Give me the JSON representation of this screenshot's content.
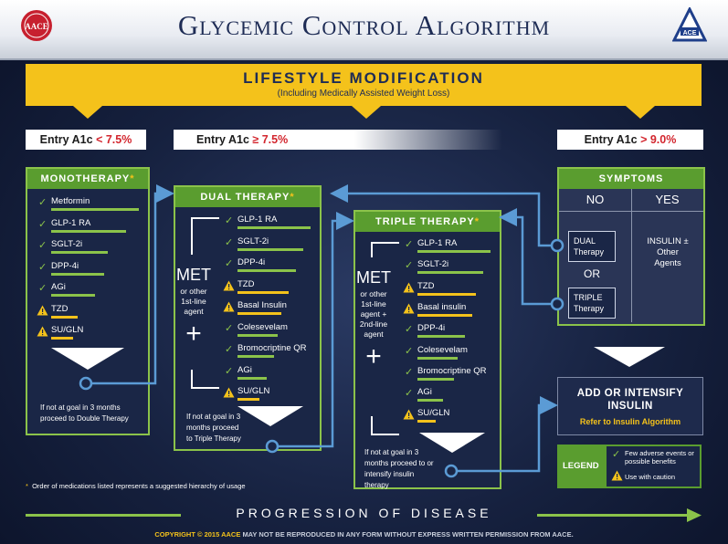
{
  "header": {
    "title": "Glycemic Control Algorithm",
    "logo_left": "AACE",
    "logo_right": "ACE"
  },
  "lifestyle": {
    "title": "LIFESTYLE MODIFICATION",
    "subtitle": "(Including Medically Assisted Weight Loss)"
  },
  "entries": {
    "low": {
      "label": "Entry A1c",
      "op": "< 7.5%"
    },
    "mid": {
      "label": "Entry A1c",
      "op": "≥ 7.5%"
    },
    "high": {
      "label": "Entry A1c",
      "op": "> 9.0%"
    }
  },
  "monotherapy": {
    "title": "MONOTHERAPY",
    "star": "*",
    "meds": [
      {
        "name": "Metformin",
        "mark": "check",
        "level": 1.0
      },
      {
        "name": "GLP-1 RA",
        "mark": "check",
        "level": 0.85
      },
      {
        "name": "SGLT-2i",
        "mark": "check",
        "level": 0.65
      },
      {
        "name": "DPP-4i",
        "mark": "check",
        "level": 0.6
      },
      {
        "name": "AGi",
        "mark": "check",
        "level": 0.5
      },
      {
        "name": "TZD",
        "mark": "warn",
        "level": 0.3
      },
      {
        "name": "SU/GLN",
        "mark": "warn",
        "level": 0.25
      }
    ],
    "note": "If not at goal in 3 months proceed to Double Therapy"
  },
  "dual": {
    "title": "DUAL THERAPY",
    "star": "*",
    "met": "MET",
    "met_sub": "or other 1st-line agent",
    "plus": "+",
    "meds": [
      {
        "name": "GLP-1 RA",
        "mark": "check",
        "level": 1.0
      },
      {
        "name": "SGLT-2i",
        "mark": "check",
        "level": 0.9
      },
      {
        "name": "DPP-4i",
        "mark": "check",
        "level": 0.8
      },
      {
        "name": "TZD",
        "mark": "warn",
        "level": 0.7
      },
      {
        "name": "Basal Insulin",
        "mark": "warn",
        "level": 0.6
      },
      {
        "name": "Colesevelam",
        "mark": "check",
        "level": 0.55
      },
      {
        "name": "Bromocriptine QR",
        "mark": "check",
        "level": 0.5
      },
      {
        "name": "AGi",
        "mark": "check",
        "level": 0.4
      },
      {
        "name": "SU/GLN",
        "mark": "warn",
        "level": 0.3
      }
    ],
    "note": "If not at goal in 3 months proceed to Triple Therapy"
  },
  "triple": {
    "title": "TRIPLE THERAPY",
    "star": "*",
    "met": "MET",
    "met_sub": "or other 1st-line agent + 2nd-line agent",
    "plus": "+",
    "meds": [
      {
        "name": "GLP-1 RA",
        "mark": "check",
        "level": 1.0
      },
      {
        "name": "SGLT-2i",
        "mark": "check",
        "level": 0.9
      },
      {
        "name": "TZD",
        "mark": "warn",
        "level": 0.8
      },
      {
        "name": "Basal insulin",
        "mark": "warn",
        "level": 0.75
      },
      {
        "name": "DPP-4i",
        "mark": "check",
        "level": 0.65
      },
      {
        "name": "Colesevelam",
        "mark": "check",
        "level": 0.55
      },
      {
        "name": "Bromocriptine QR",
        "mark": "check",
        "level": 0.5
      },
      {
        "name": "AGi",
        "mark": "check",
        "level": 0.35
      },
      {
        "name": "SU/GLN",
        "mark": "warn",
        "level": 0.25
      }
    ],
    "note": "If not at goal in 3 months proceed to or intensify insulin therapy"
  },
  "symptoms": {
    "title": "SYMPTOMS",
    "no": "NO",
    "yes": "YES",
    "dual_box": "DUAL Therapy",
    "or": "OR",
    "triple_box": "TRIPLE Therapy",
    "insulin": "INSULIN ± Other Agents"
  },
  "insulin_box": {
    "title": "ADD OR INTENSIFY INSULIN",
    "sub": "Refer to Insulin Algorithm"
  },
  "legend": {
    "title": "LEGEND",
    "check_text": "Few adverse events or possible benefits",
    "warn_text": "Use with caution"
  },
  "footnote": {
    "star": "*",
    "text": "Order of medications listed represents a suggested hierarchy of usage"
  },
  "progression": "PROGRESSION OF DISEASE",
  "copyright": {
    "lead": "COPYRIGHT © 2015 AACE",
    "rest": "MAY NOT BE REPRODUCED IN ANY FORM WITHOUT EXPRESS WRITTEN PERMISSION FROM AACE."
  },
  "colors": {
    "navy": "#1e2c55",
    "green": "#8bc34a",
    "head_green": "#5a9d2f",
    "yellow": "#f4c21b",
    "red": "#d3262e",
    "arrow": "#5b9bd5"
  }
}
